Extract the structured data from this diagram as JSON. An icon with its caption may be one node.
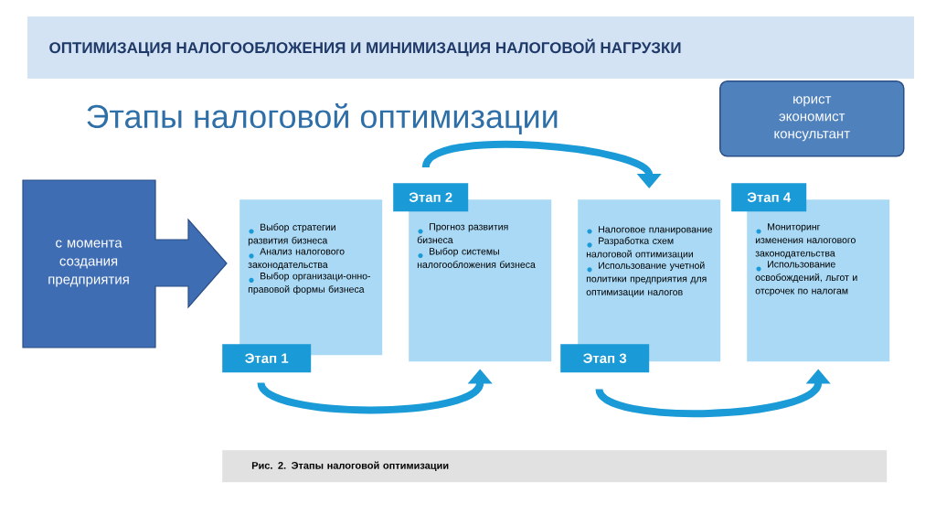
{
  "diagram": {
    "title": "ОПТИМИЗАЦИЯ НАЛОГООБЛОЖЕНИЯ И МИНИМИЗАЦИЯ НАЛОГОВОЙ НАГРУЗКИ",
    "caption": "Рис. 2. Этапы налоговой оптимизации",
    "nodes": [
      {
        "text": [
          "с момента создания предприятия"
        ]
      },
      {
        "text": [
          "юрист экономист консультант"
        ]
      },
      {
        "text": [
          "Этап 1",
          "Выбор стратегии развития бизнеса",
          "Анализ налогового законодательства",
          "Выбор организаци-онно-правовой формы бизнеса"
        ]
      },
      {
        "text": [
          "Этап 2",
          "Прогноз развития бизнеса",
          "Выбор системы налогообложения бизнеса"
        ]
      },
      {
        "text": [
          "Этап 3",
          "Налоговое планирование",
          "Разработка схем налоговой оптимизации",
          "Использование учетной политики предприятия для оптимизации налогов"
        ]
      },
      {
        "text": [
          "Этап 4",
          "Мониторинг изменения налогового законодательства",
          "Использование освобождений, льгот и отсрочек по налогам"
        ]
      }
    ],
    "edges": [
      {
        "from": 2,
        "to": 3,
        "arrow": "to"
      },
      {
        "from": 3,
        "to": 4,
        "arrow": "to"
      },
      {
        "from": 4,
        "to": 5,
        "arrow": "to"
      }
    ],
    "labels": [
      "Этапы налоговой оптимизации"
    ]
  }
}
